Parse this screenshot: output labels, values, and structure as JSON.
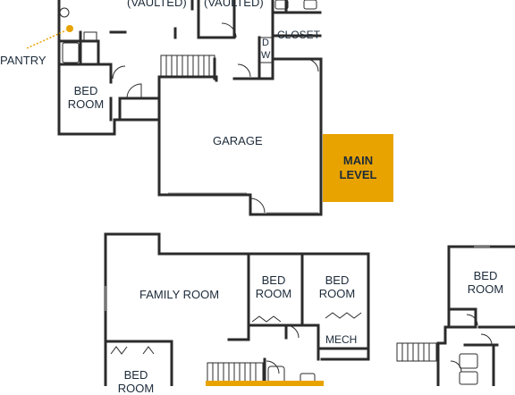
{
  "colors": {
    "wall": "#2b2b2b",
    "accent": "#e8a300",
    "text": "#1d2b3a",
    "pantry_marker": "#e8a300"
  },
  "main_level": {
    "vaulted_left": "(VAULTED)",
    "vaulted_right": "(VAULTED)",
    "pantry": "PANTRY",
    "closet": "CLOSET",
    "dryer": "D",
    "washer": "W",
    "bed_room": "BED\nROOM",
    "garage": "GARAGE",
    "badge": "MAIN\nLEVEL"
  },
  "lower_level": {
    "family_room": "FAMILY ROOM",
    "bed_room_1": "BED\nROOM",
    "bed_room_2": "BED\nROOM",
    "mech": "MECH",
    "bed_room_3": "BED\nROOM"
  },
  "upper_right": {
    "bed_room": "BED\nROOM"
  }
}
